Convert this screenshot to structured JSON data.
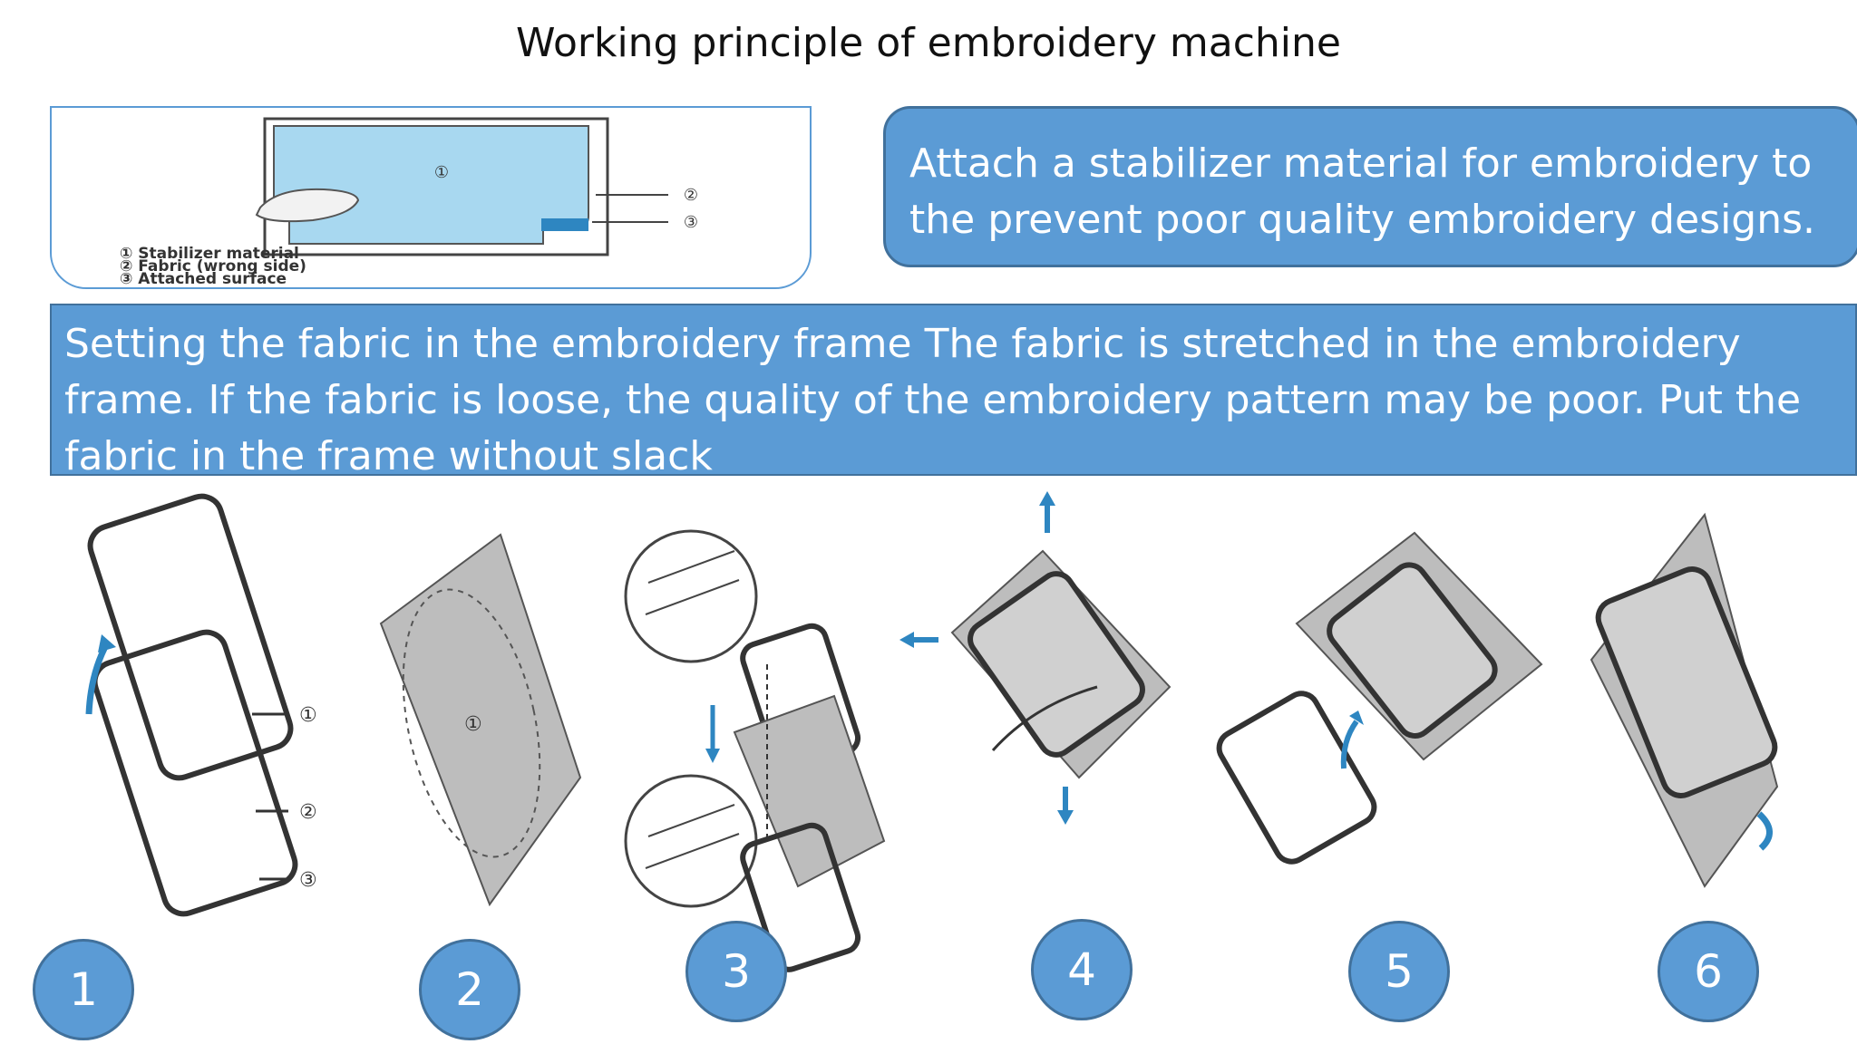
{
  "title": "Working principle of embroidery machine",
  "stabilizer_figure": {
    "marker_1": "①",
    "marker_2": "②",
    "marker_3": "③",
    "legend": [
      "① Stabilizer material",
      "② Fabric (wrong side)",
      "③ Attached surface"
    ]
  },
  "callout_text": "Attach a stabilizer material for embroidery to the prevent poor quality embroidery designs.",
  "banner_text": "Setting the fabric in the embroidery frame The fabric is stretched in the embroidery frame. If the fabric is loose, the quality of the embroidery pattern may be poor. Put the fabric in the frame without slack",
  "step_figure_markers": {
    "frame_parts": [
      "①",
      "②",
      "③"
    ],
    "fabric_mark": "①"
  },
  "steps": [
    "1",
    "2",
    "3",
    "4",
    "5",
    "6"
  ],
  "colors": {
    "accent": "#5b9bd5",
    "accent_border": "#41719c",
    "stabilizer_fill": "#a8d8f0",
    "fabric_gray": "#bdbdbd"
  }
}
